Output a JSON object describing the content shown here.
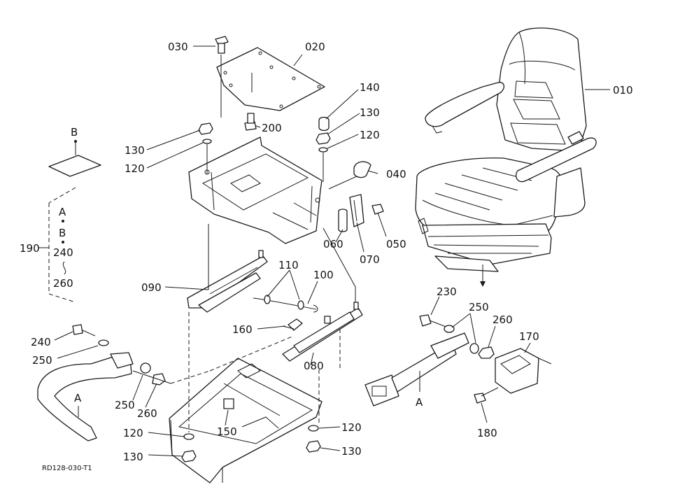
{
  "labels": {
    "p010": "010",
    "p020": "020",
    "p030": "030",
    "p040": "040",
    "p050": "050",
    "p060": "060",
    "p070": "070",
    "p080": "080",
    "p090": "090",
    "p100": "100",
    "p110": "110",
    "p120": "120",
    "p130": "130",
    "p140": "140",
    "p150": "150",
    "p160": "160",
    "p170": "170",
    "p180": "180",
    "p190": "190",
    "p200": "200",
    "p230": "230",
    "p240": "240",
    "p250": "250",
    "p260": "260",
    "ref_a": "A",
    "ref_b": "B"
  },
  "drawing_code": "RD128-030-T1"
}
